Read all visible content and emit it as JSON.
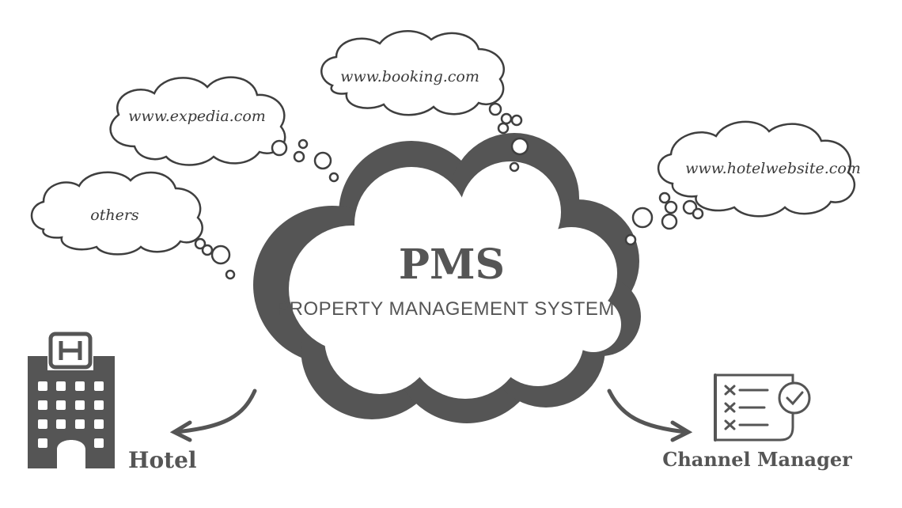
{
  "center": {
    "title": "PMS",
    "subtitle": "PROPERTY MANAGEMENT SYSTEM"
  },
  "thoughts": {
    "expedia": "www.expedia.com",
    "booking": "www.booking.com",
    "hotelwebsite": "www.hotelwebsite.com",
    "others": "others"
  },
  "nodes": {
    "hotel": "Hotel",
    "channel_manager": "Channel Manager"
  },
  "icons": {
    "hotel": "hotel-building-icon",
    "channel_manager": "checklist-icon"
  },
  "colors": {
    "ink": "#555555",
    "cloud_fill": "#ffffff",
    "outline": "#3f3f3f"
  }
}
